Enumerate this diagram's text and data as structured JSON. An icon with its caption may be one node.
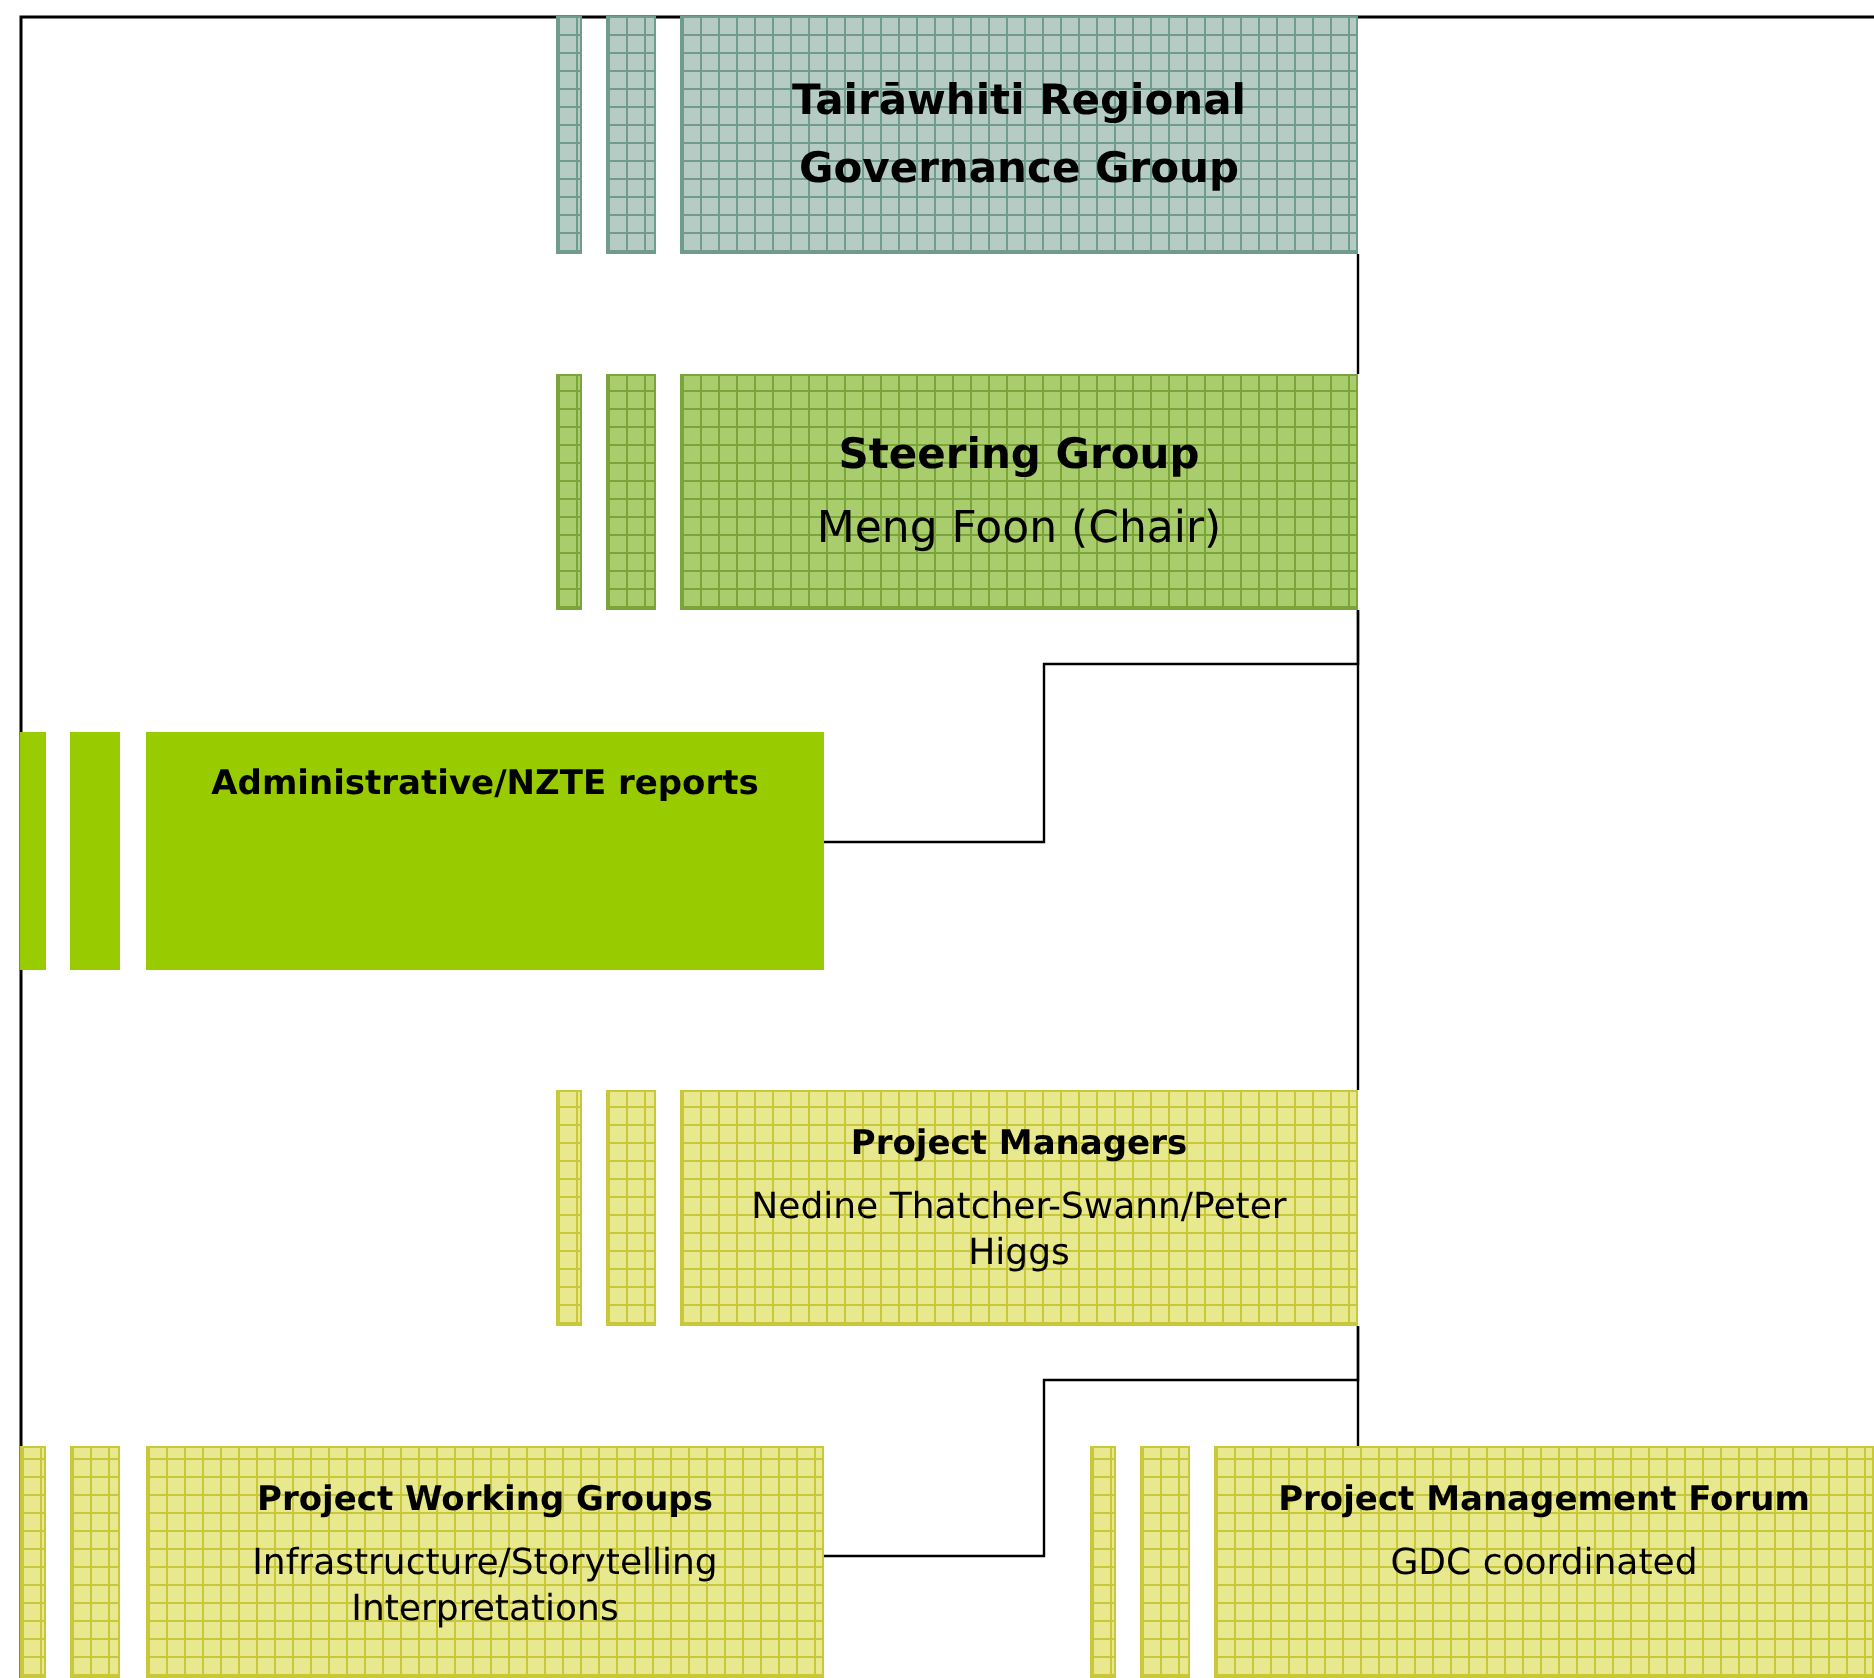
{
  "diagram": {
    "nodes": [
      {
        "text": [
          "Tairāwhiti Regional Governance Group"
        ]
      },
      {
        "text": [
          "Steering Group",
          "Meng Foon (Chair)"
        ]
      },
      {
        "text": [
          "Administrative/NZTE reports"
        ]
      },
      {
        "text": [
          "Project Managers",
          "Nedine Thatcher-Swann/Peter Higgs"
        ]
      },
      {
        "text": [
          "Project Working Groups",
          "Infrastructure/Storytelling Interpretations"
        ]
      },
      {
        "text": [
          "Project Management Forum",
          "GDC coordinated"
        ]
      }
    ],
    "edges": [
      {
        "from": 0,
        "to": 1,
        "arrow": "none"
      },
      {
        "from": 1,
        "to": 2,
        "arrow": "none"
      },
      {
        "from": 1,
        "to": 3,
        "arrow": "none"
      },
      {
        "from": 3,
        "to": 4,
        "arrow": "none"
      },
      {
        "from": 3,
        "to": 5,
        "arrow": "none"
      }
    ]
  }
}
